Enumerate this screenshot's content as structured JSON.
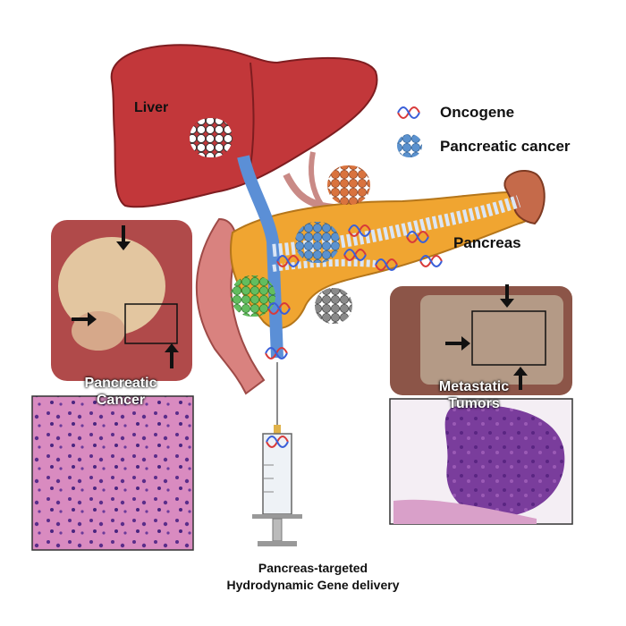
{
  "labels": {
    "liver": "Liver",
    "pancreas": "Pancreas",
    "pancreatic_cancer_panel": [
      "Pancreatic",
      "Cancer"
    ],
    "metastatic_panel": [
      "Metastatic",
      "Tumors"
    ]
  },
  "legend": {
    "oncogene": "Oncogene",
    "pancreatic_cancer": "Pancreatic cancer"
  },
  "caption": [
    "Pancreas-targeted",
    "Hydrodynamic Gene delivery"
  ],
  "colors": {
    "liver": "#c2373a",
    "pancreas": "#f0a531",
    "duct": "#5b8fd6",
    "tumor_blue": "#5b92cf",
    "tumor_orange": "#d9733e",
    "tumor_green": "#5cb85c",
    "tumor_gray": "#8a8a8a",
    "histology": "#c86fb2"
  }
}
